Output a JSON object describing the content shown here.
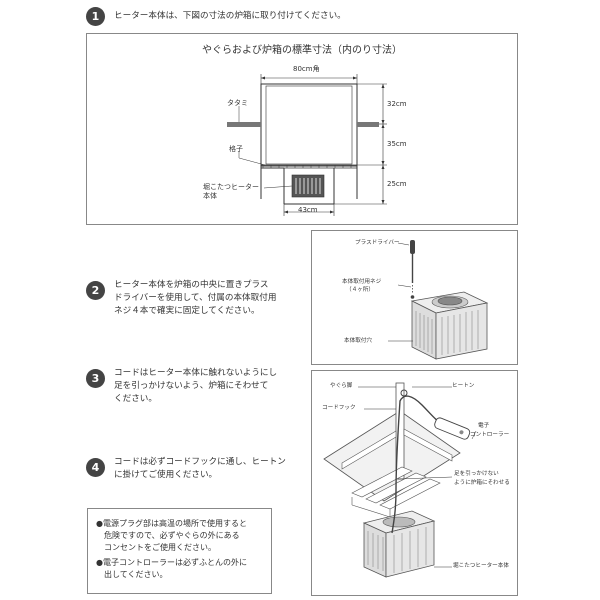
{
  "steps": [
    {
      "num": "1",
      "lines": [
        "ヒーター本体は、下図の寸法の炉箱に取り付けてください。"
      ]
    },
    {
      "num": "2",
      "lines": [
        "ヒーター本体を炉箱の中央に置きプラス",
        "ドライバーを使用して、付属の本体取付用",
        "ネジ４本で確実に固定してください。"
      ]
    },
    {
      "num": "3",
      "lines": [
        "コードはヒーター本体に触れないようにし",
        "足を引っかけないよう、炉箱にそわせて",
        "ください。"
      ]
    },
    {
      "num": "4",
      "lines": [
        "コードは必ずコードフックに通し、ヒートン",
        "に掛けてご使用ください。"
      ]
    }
  ],
  "diagram1": {
    "title": "やぐらおよび炉箱の標準寸法（内のり寸法）",
    "width_top": "80cm角",
    "dim_32": "32cm",
    "dim_35": "35cm",
    "dim_25": "25cm",
    "width_bottom": "43cm",
    "label_tatami": "タタミ",
    "label_koushi": "格子",
    "label_heater_l1": "堀こたつヒーター",
    "label_heater_l2": "本体"
  },
  "diagram2": {
    "label_driver": "プラスドライバー",
    "label_screw_l1": "本体取付用ネジ",
    "label_screw_l2": "（４ヶ所）",
    "label_hole": "本体取付穴"
  },
  "diagram3": {
    "label_yagura": "やぐら脚",
    "label_hiton": "ヒートン",
    "label_hook": "コードフック",
    "label_remote_l1": "電子",
    "label_remote_l2": "コントローラー",
    "label_foot_l1": "足を引っかけない",
    "label_foot_l2": "ように炉箱にそわせる",
    "label_heater": "堀こたつヒーター本体"
  },
  "note": {
    "lines": [
      "●電源プラグ部は高温の場所で使用すると",
      "　危険ですので、必ずやぐらの外にある",
      "　コンセントをご使用ください。",
      "●電子コントローラーは必ずふとんの外に",
      "　出してください。"
    ]
  }
}
